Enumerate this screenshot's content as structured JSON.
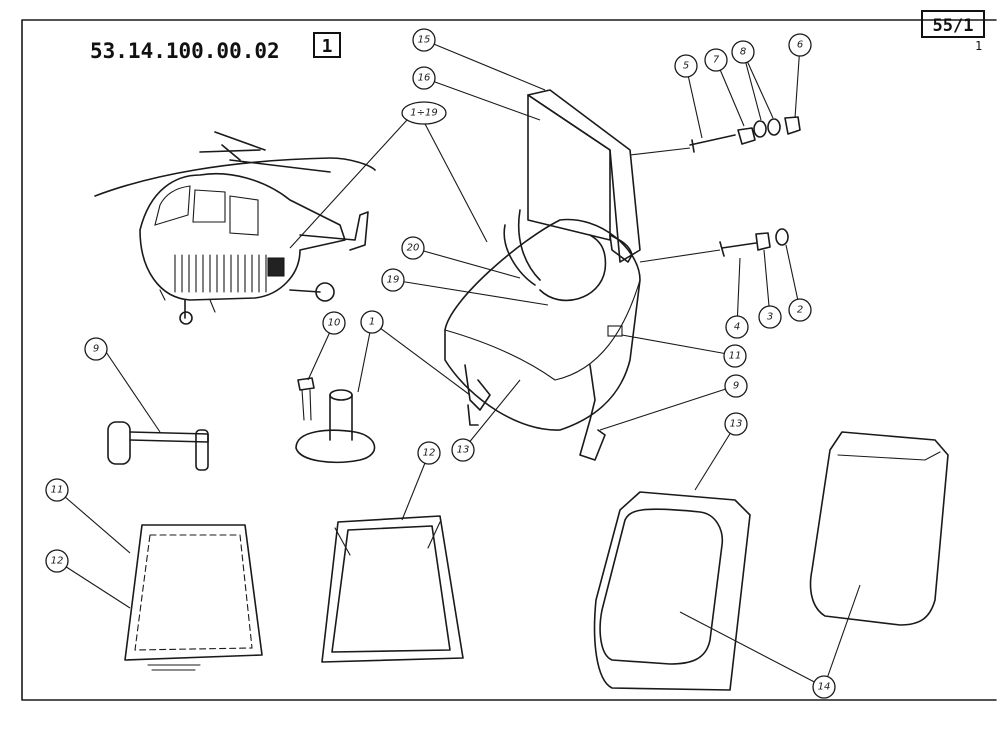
{
  "header": {
    "part_number": "53.14.100.00.02",
    "group_box": "1",
    "sheet_box": "55/1",
    "sheet_sub": "1"
  },
  "callouts": {
    "c_1_19": "1÷19",
    "c15": "15",
    "c16": "16",
    "c5": "5",
    "c7": "7",
    "c8": "8",
    "c6": "6",
    "c20": "20",
    "c19": "19",
    "c4": "4",
    "c3": "3",
    "c2": "2",
    "c11a": "11",
    "c9a": "9",
    "c10": "10",
    "c1": "1",
    "c13a": "13",
    "c9b": "9",
    "c13b": "13",
    "c12a": "12",
    "c11b": "11",
    "c12b": "12",
    "c14": "14"
  },
  "colors": {
    "ink": "#1a1a1a",
    "paper": "#ffffff"
  }
}
